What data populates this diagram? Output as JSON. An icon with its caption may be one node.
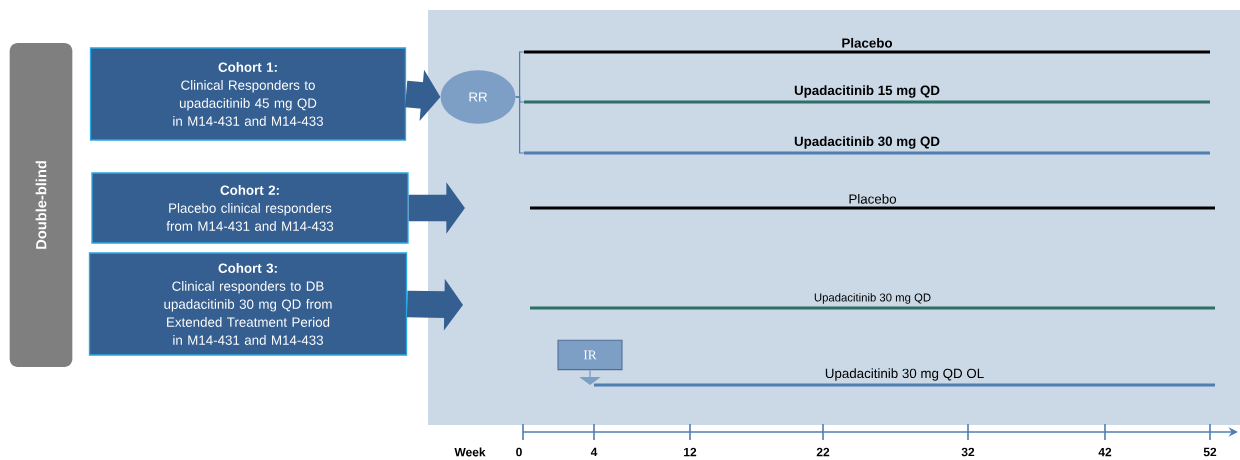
{
  "diagram": {
    "nodes": [
      {
        "text": [
          "Double-blind"
        ]
      },
      {
        "text": [
          "Cohort 1:",
          "Clinical Responders to upadacitinib 45 mg QD in M14-431 and M14-433"
        ]
      },
      {
        "text": [
          "Cohort 2:",
          "Placebo clinical responders from M14-431 and M14-433"
        ]
      },
      {
        "text": [
          "Cohort 3:",
          "Clinical responders to DB upadacitinib 30 mg QD from Extended Treatment Period in M14-431 and M14-433"
        ]
      },
      {
        "text": [
          "RR"
        ]
      },
      {
        "text": [
          "IR"
        ]
      },
      {
        "text": [
          "Placebo"
        ]
      },
      {
        "text": [
          "Upadacitinib 15 mg QD"
        ]
      },
      {
        "text": [
          "Upadacitinib 30 mg QD"
        ]
      },
      {
        "text": [
          "Placebo"
        ]
      },
      {
        "text": [
          "Upadacitinib 30 mg QD"
        ]
      },
      {
        "text": [
          "Upadacitinib 30 mg QD OL"
        ]
      }
    ],
    "edges": [
      {
        "from": 1,
        "to": 4,
        "arrow": "to",
        "style": "thick"
      },
      {
        "from": 4,
        "to": 6,
        "arrow": "none"
      },
      {
        "from": 4,
        "to": 7,
        "arrow": "none"
      },
      {
        "from": 4,
        "to": 8,
        "arrow": "none"
      },
      {
        "from": 2,
        "to": null,
        "arrow": "to",
        "style": "thick"
      },
      {
        "from": 3,
        "to": null,
        "arrow": "to",
        "style": "thick"
      },
      {
        "from": 5,
        "to": 11,
        "arrow": "to"
      }
    ],
    "labels": [
      "Week",
      "0",
      "4",
      "12",
      "22",
      "32",
      "42",
      "52"
    ]
  }
}
